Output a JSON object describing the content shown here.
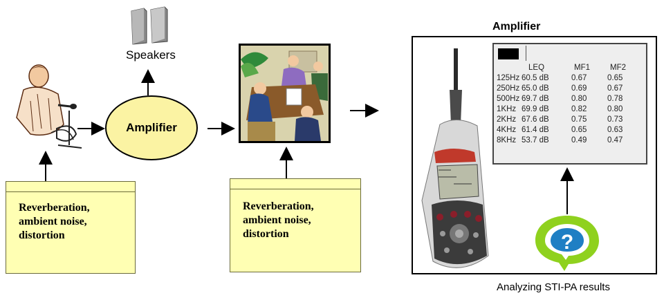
{
  "speakers_label": "Speakers",
  "amplifier_label": "Amplifier",
  "note_left": "Reverberation,\nambient noise,\ndistortion",
  "note_middle": "Reverberation,\nambient noise,\ndistortion",
  "result_title": "Amplifier",
  "caption": "Analyzing STI-PA results",
  "meter": {
    "headers": [
      "",
      "LEQ",
      "MF1",
      "MF2"
    ],
    "rows": [
      [
        "125Hz",
        "60.5 dB",
        "0.67",
        "0.65"
      ],
      [
        "250Hz",
        "65.0 dB",
        "0.69",
        "0.67"
      ],
      [
        "500Hz",
        "69.7 dB",
        "0.80",
        "0.78"
      ],
      [
        "1KHz",
        "69.9 dB",
        "0.82",
        "0.80"
      ],
      [
        "2KHz",
        "67.6 dB",
        "0.75",
        "0.73"
      ],
      [
        "4KHz",
        "61.4 dB",
        "0.65",
        "0.63"
      ],
      [
        "8KHz",
        "53.7 dB",
        "0.49",
        "0.47"
      ]
    ]
  },
  "question_icon_text": "?",
  "colors": {
    "note_fill": "#ffffb3",
    "amp_fill": "#fbf3a3",
    "help_ring": "#8fd11e",
    "help_fill": "#1f7fc4"
  }
}
